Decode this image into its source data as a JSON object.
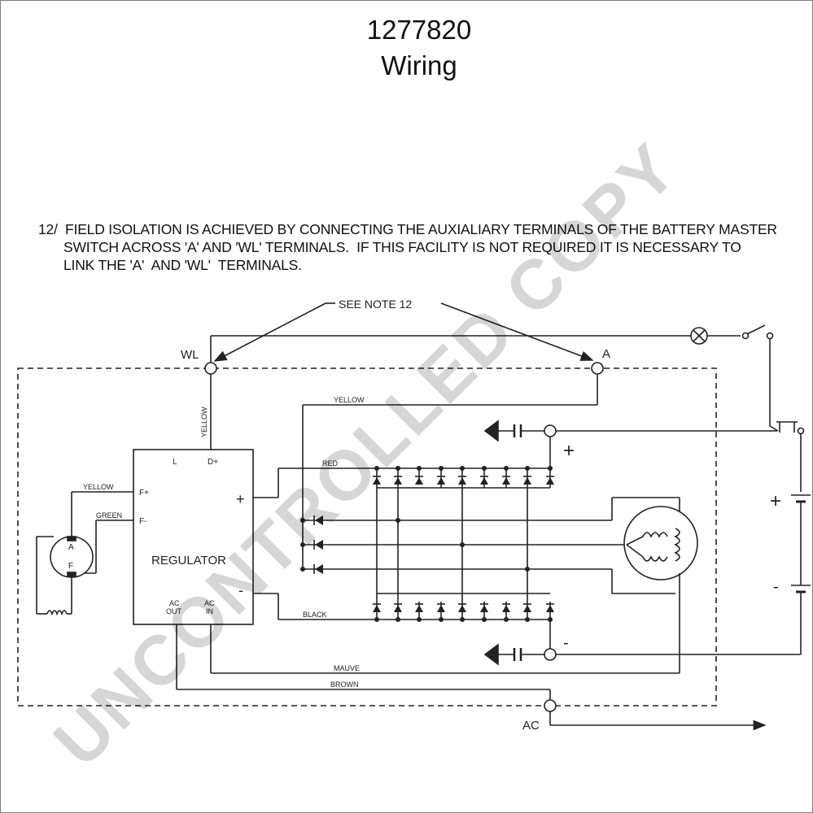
{
  "title": {
    "part_number": "1277820",
    "subtitle": "Wiring"
  },
  "note": {
    "line1": "12/  FIELD ISOLATION IS ACHIEVED BY CONNECTING THE AUXIALIARY TERMINALS OF THE BATTERY MASTER",
    "line2": "SWITCH ACROSS 'A' AND 'WL' TERMINALS.  IF THIS FACILITY IS NOT REQUIRED IT IS NECESSARY TO",
    "line3": "LINK THE 'A'  AND 'WL'  TERMINALS."
  },
  "watermark": "UNCONTROLLED COPY",
  "labels": {
    "see_note": "SEE NOTE 12",
    "wl": "WL",
    "a": "A",
    "ac": "AC",
    "regulator": "REGULATOR",
    "reg_l": "L",
    "reg_dplus": "D+",
    "reg_fplus": "F+",
    "reg_fminus": "F-",
    "reg_plus": "+",
    "reg_minus": "-",
    "reg_ac_out_1": "AC",
    "reg_ac_out_2": "OUT",
    "reg_ac_in_1": "AC",
    "reg_ac_in_2": "IN",
    "wire_yellow_top": "YELLOW",
    "wire_yellow_vertical": "YELLOW",
    "wire_yellow_field": "YELLOW",
    "wire_green": "GREEN",
    "wire_red": "RED",
    "wire_black": "BLACK",
    "wire_mauve": "MAUVE",
    "wire_brown": "BROWN",
    "term_plus": "+",
    "term_minus": "-",
    "batt_plus": "+",
    "batt_minus": "-",
    "field_a": "A",
    "field_f": "F"
  }
}
